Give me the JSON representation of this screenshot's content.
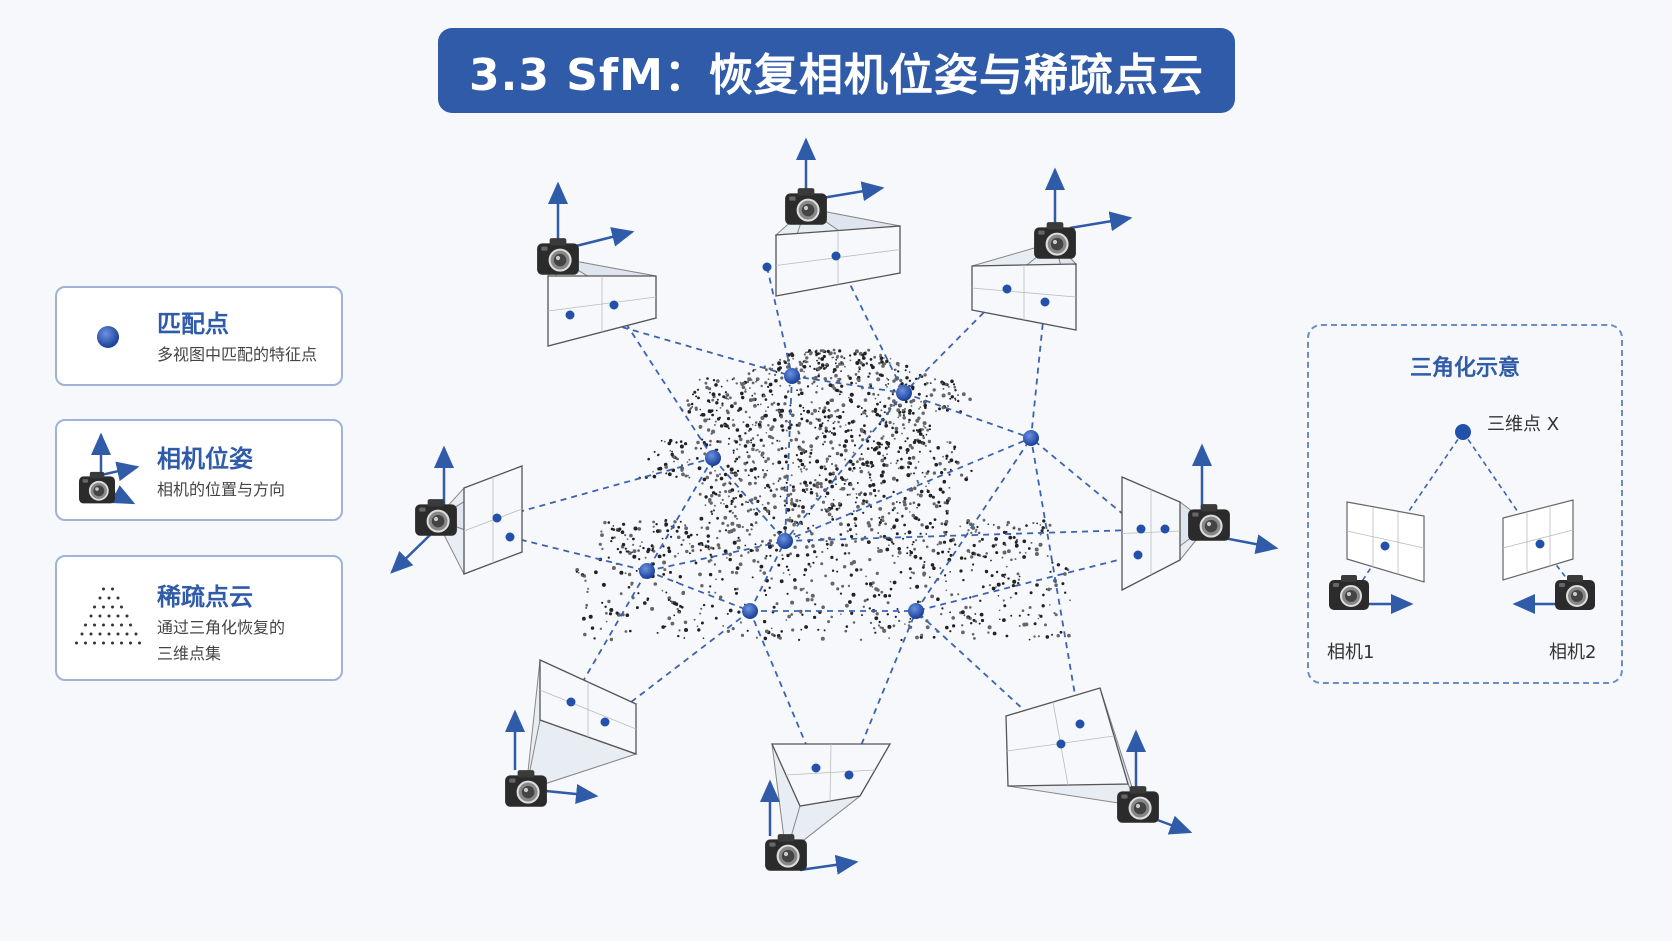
{
  "title": "3.3 SfM：恢复相机位姿与稀疏点云",
  "legend": {
    "match_point": {
      "title": "匹配点",
      "desc": "多视图中匹配的特征点"
    },
    "camera_pose": {
      "title": "相机位姿",
      "desc": "相机的位置与方向"
    },
    "sparse_cloud": {
      "title": "稀疏点云",
      "desc_line1": "通过三角化恢复的",
      "desc_line2": "三维点集"
    }
  },
  "triangulation": {
    "title": "三角化示意",
    "point_label": "三维点 X",
    "camera1": "相机1",
    "camera2": "相机2"
  },
  "colors": {
    "accent": "#2f5ba8",
    "point": "#2350a8",
    "camera": "#2b2b2b",
    "dash": "#3b63b0"
  }
}
